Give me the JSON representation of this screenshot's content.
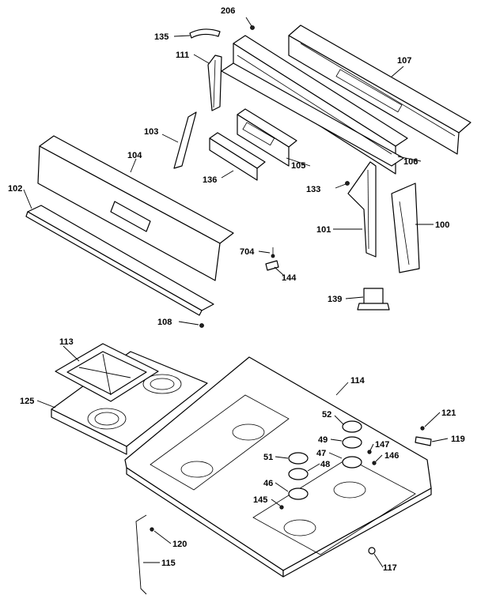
{
  "labels": {
    "p206": "206",
    "p135": "135",
    "p111": "111",
    "p107": "107",
    "p103": "103",
    "p104": "104",
    "p105": "105",
    "p106": "106",
    "p136": "136",
    "p102": "102",
    "p133": "133",
    "p101": "101",
    "p100": "100",
    "p704": "704",
    "p144": "144",
    "p139": "139",
    "p108": "108",
    "p113": "113",
    "p114": "114",
    "p125": "125",
    "p52": "52",
    "p121": "121",
    "p49": "49",
    "p147": "147",
    "p119": "119",
    "p47": "47",
    "p146": "146",
    "p51": "51",
    "p48": "48",
    "p46": "46",
    "p145": "145",
    "p120": "120",
    "p115": "115",
    "p117": "117"
  }
}
